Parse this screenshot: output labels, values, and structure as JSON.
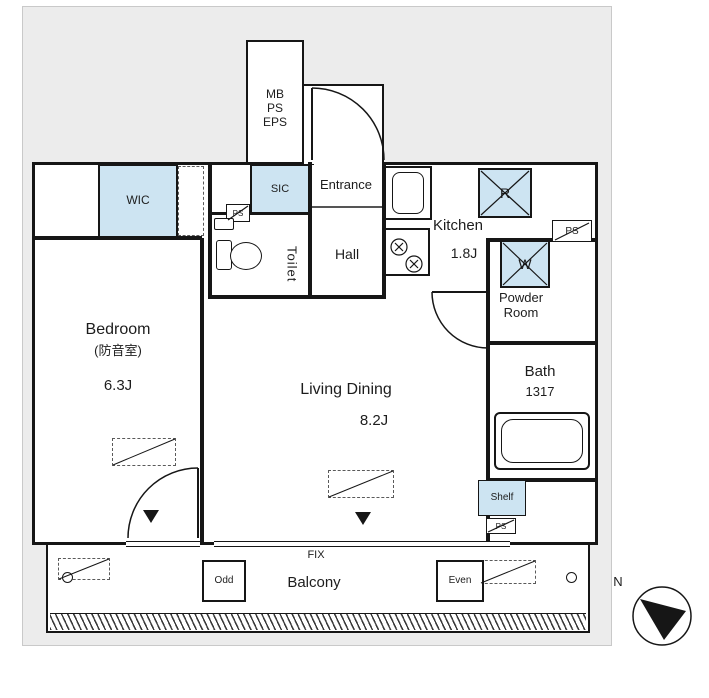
{
  "colors": {
    "wall": "#161616",
    "light_blue": "#cde4f2",
    "backdrop": "#ececec",
    "text": "#1d1d1d"
  },
  "plan": {
    "shaft": {
      "lines": [
        "MB",
        "PS",
        "EPS"
      ]
    },
    "closets": {
      "wic": "WIC",
      "sic": "SIC",
      "shelf": "Shelf"
    },
    "ps_label": "PS",
    "appliances": {
      "fridge": "R",
      "washer": "W"
    },
    "rooms": {
      "entrance": "Entrance",
      "hall": "Hall",
      "toilet": "Toilet",
      "kitchen": {
        "name": "Kitchen",
        "size": "1.8J"
      },
      "powder": {
        "line1": "Powder",
        "line2": "Room"
      },
      "bath": {
        "name": "Bath",
        "size": "1317"
      },
      "bedroom": {
        "name": "Bedroom",
        "sub": "(防音室)",
        "size": "6.3J"
      },
      "living": {
        "name": "Living Dining",
        "size": "8.2J"
      },
      "balcony": {
        "name": "Balcony",
        "window": "FIX",
        "hatch_left": "Odd",
        "hatch_right": "Even"
      }
    },
    "compass": {
      "north": "N"
    }
  }
}
